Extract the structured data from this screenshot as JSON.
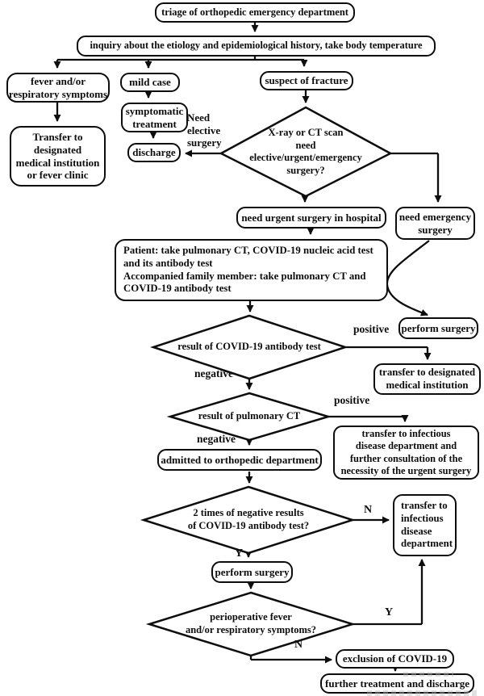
{
  "diagram": {
    "nodes": {
      "triage": "triage of orthopedic emergency department",
      "inquiry": "inquiry about the etiology and epidemiological history, take body temperature",
      "fever": "fever and/or\nrespiratory symptoms",
      "mild_case": "mild case",
      "suspect_fracture": "suspect of fracture",
      "transfer_fever_clinic": "Transfer to\ndesignated\nmedical institution\nor fever clinic",
      "symptomatic_treatment": "symptomatic\ntreatment",
      "discharge": "discharge",
      "xray_decision": "X-ray or CT scan\nneed\nelective/urgent/emergency\nsurgery?",
      "need_urgent_surgery": "need urgent surgery in hospital",
      "need_emergency_surgery": "need emergency\nsurgery",
      "patient_tests": "Patient: take pulmonary CT, COVID-19 nucleic acid test\nand its antibody test\nAccompanied family member: take pulmonary CT and\nCOVID-19 antibody test",
      "perform_surgery_emergency": "perform surgery",
      "antibody_decision": "result of COVID-19 antibody test",
      "transfer_designated": "transfer to designated\nmedical institution",
      "pulmonary_ct_decision": "result of pulmonary CT",
      "transfer_infectious_consult": "transfer to infectious\ndisease department and\nfurther consultation of the\nnecessity of the urgent surgery",
      "admitted_orthopedic": "admitted to orthopedic department",
      "two_negative_decision": "2 times of negative results\nof COVID-19 antibody test?",
      "transfer_infectious": "transfer to\ninfectious\ndisease\ndepartment",
      "perform_surgery": "perform surgery",
      "perioperative_decision": "perioperative fever\nand/or respiratory symptoms?",
      "exclusion_covid": "exclusion of COVID-19",
      "further_treatment": "further treatment and discharge"
    },
    "edge_labels": {
      "need_elective": "Need\nelective\nsurgery",
      "antibody_positive": "positive",
      "antibody_negative": "negative",
      "ct_positive": "positive",
      "ct_negative": "negative",
      "two_negative_no": "N",
      "two_negative_yes": "Y",
      "perioperative_yes": "Y",
      "perioperative_no": "N"
    }
  }
}
